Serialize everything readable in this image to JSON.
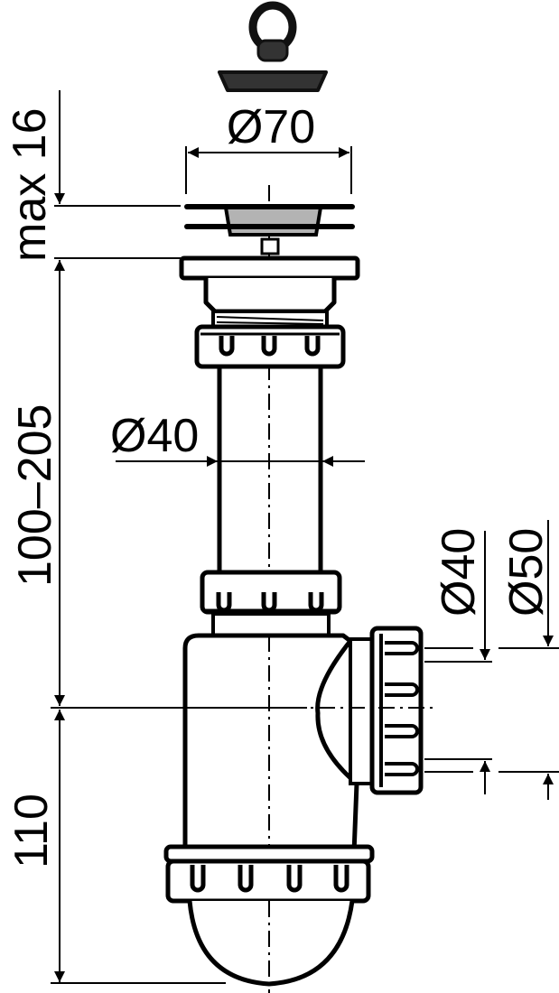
{
  "drawing": {
    "subject": "bottle siphon trap",
    "line_color": "#000000",
    "background": "#ffffff",
    "strainer_fill": "#b3b3b3",
    "plug_fill": "#222222"
  },
  "dimensions": {
    "strainer_diameter": "Ø70",
    "max_thickness": "max 16",
    "adjustable_height": "100–205",
    "pipe_diameter": "Ø40",
    "outlet_inner_diameter": "Ø40",
    "outlet_outer_diameter": "Ø50",
    "bottom_height": "110"
  }
}
